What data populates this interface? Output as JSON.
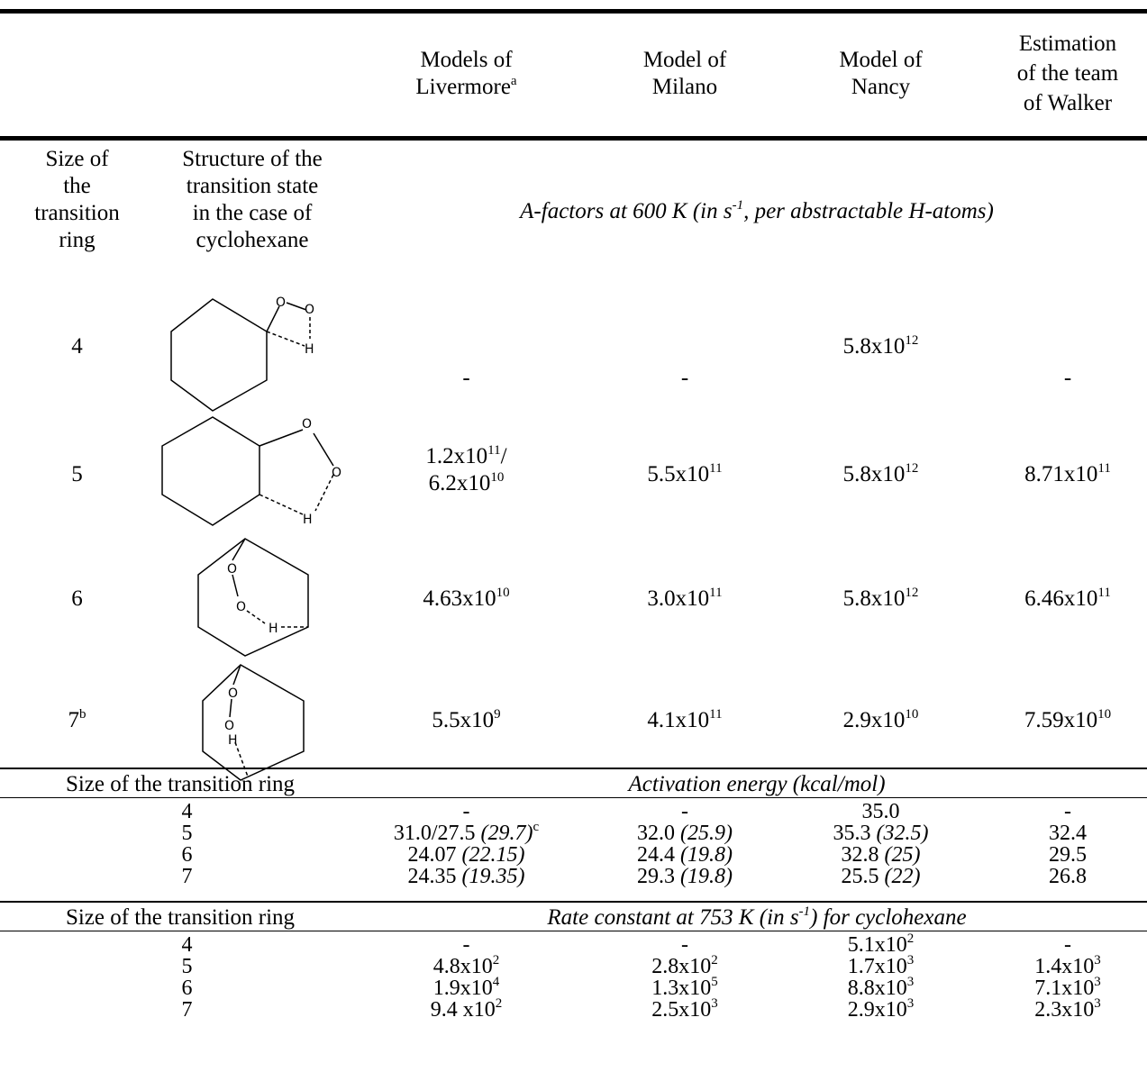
{
  "columns": {
    "livermore": {
      "main": "Models of Livermore",
      "line1": "Models of",
      "line2": "Livermore",
      "note": "a"
    },
    "milano": {
      "line1": "Model of",
      "line2": "Milano"
    },
    "nancy": {
      "line1": "Model of",
      "line2": "Nancy"
    },
    "walker": {
      "line1": "Estimation",
      "line2": "of the team",
      "line3": "of Walker"
    }
  },
  "section1": {
    "col1": [
      "Size of",
      "the",
      "transition",
      "ring"
    ],
    "col2": [
      "Structure of the",
      "transition state",
      "in the case of",
      "cyclohexane"
    ],
    "title_pre": "A-factors at 600 K (in s",
    "title_sup": "-1",
    "title_post": ", per abstractable H-atoms)",
    "rows": [
      {
        "ring": "4",
        "ring_note": "",
        "livermore": [],
        "milano": [],
        "nancy": [],
        "walker": []
      }
    ]
  },
  "a_factors": {
    "r4": {
      "ring": "4",
      "livermore": "-",
      "milano": "-",
      "nancy_m": "5.8x10",
      "nancy_e": "12",
      "walker": "-"
    },
    "r5": {
      "ring": "5",
      "liv_m1": "1.2x10",
      "liv_e1": "11",
      "liv_slash": "/",
      "liv_m2": "6.2x10",
      "liv_e2": "10",
      "milano_m": "5.5x10",
      "milano_e": "11",
      "nancy_m": "5.8x10",
      "nancy_e": "12",
      "walker_m": "8.71x10",
      "walker_e": "11"
    },
    "r6": {
      "ring": "6",
      "liv_m": "4.63x10",
      "liv_e": "10",
      "milano_m": "3.0x10",
      "milano_e": "11",
      "nancy_m": "5.8x10",
      "nancy_e": "12",
      "walker_m": "6.46x10",
      "walker_e": "11"
    },
    "r7": {
      "ring": "7",
      "ring_note": "b",
      "liv_m": "5.5x10",
      "liv_e": "9",
      "milano_m": "4.1x10",
      "milano_e": "11",
      "nancy_m": "2.9x10",
      "nancy_e": "10",
      "walker_m": "7.59x10",
      "walker_e": "10"
    }
  },
  "structure_atoms": {
    "o": "O",
    "h": "H"
  },
  "section2": {
    "label": "Size of the transition ring",
    "title": "Activation energy (kcal/mol)",
    "r4": {
      "ring": "4",
      "livermore": "-",
      "milano": "-",
      "nancy": "35.0",
      "walker": "-"
    },
    "r5": {
      "ring": "5",
      "liv_a": "31.0/27.5 ",
      "liv_b": "(29.7)",
      "liv_note": "c",
      "mil_a": "32.0 ",
      "mil_b": "(25.9)",
      "nan_a": "35.3 ",
      "nan_b": "(32.5)",
      "walker": "32.4"
    },
    "r6": {
      "ring": "6",
      "liv_a": "24.07 ",
      "liv_b": "(22.15)",
      "mil_a": "24.4 ",
      "mil_b": "(19.8)",
      "nan_a": "32.8 ",
      "nan_b": "(25)",
      "walker": "29.5"
    },
    "r7": {
      "ring": "7",
      "liv_a": "24.35 ",
      "liv_b": "(19.35)",
      "mil_a": "29.3 ",
      "mil_b": "(19.8)",
      "nan_a": "25.5 ",
      "nan_b": "(22)",
      "walker": "26.8"
    }
  },
  "section3": {
    "label": "Size of the transition ring",
    "title_pre": "Rate constant at 753 K (in s",
    "title_sup": "-1",
    "title_post": ") for cyclohexane",
    "r4": {
      "ring": "4",
      "livermore": "-",
      "milano": "-",
      "nancy_m": "5.1x10",
      "nancy_e": "2",
      "walker": "-"
    },
    "r5": {
      "ring": "5",
      "liv_m": "4.8x10",
      "liv_e": "2",
      "mil_m": "2.8x10",
      "mil_e": "2",
      "nan_m": "1.7x10",
      "nan_e": "3",
      "wal_m": "1.4x10",
      "wal_e": "3"
    },
    "r6": {
      "ring": "6",
      "liv_m": "1.9x10",
      "liv_e": "4",
      "mil_m": "1.3x10",
      "mil_e": "5",
      "nan_m": "8.8x10",
      "nan_e": "3",
      "wal_m": "7.1x10",
      "wal_e": "3"
    },
    "r7": {
      "ring": "7",
      "liv_m": "9.4 x10",
      "liv_e": "2",
      "mil_m": "2.5x10",
      "mil_e": "3",
      "nan_m": "2.9x10",
      "nan_e": "3",
      "wal_m": "2.3x10",
      "wal_e": "3"
    }
  }
}
